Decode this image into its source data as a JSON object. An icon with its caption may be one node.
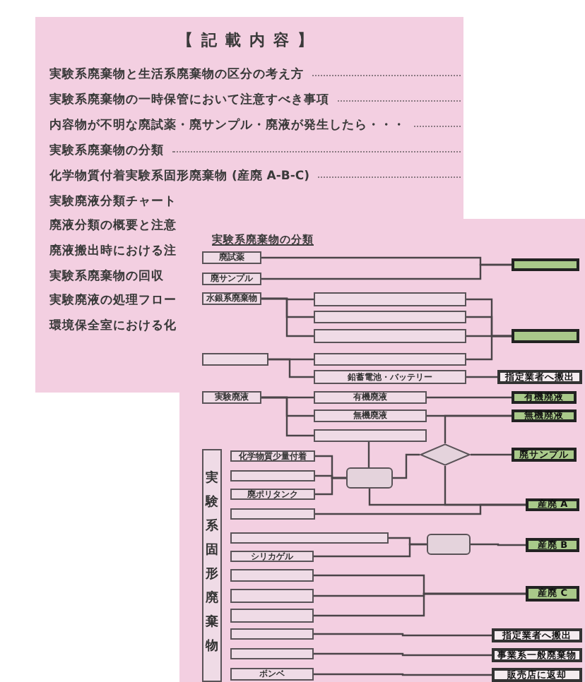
{
  "diagram": {
    "nodes": [
      {
        "text": [
          "廃試薬"
        ]
      },
      {
        "text": [
          "廃サンプル"
        ]
      },
      {
        "text": [
          "水銀系廃棄物"
        ]
      },
      {
        "text": [],
        "shape": "box"
      },
      {
        "text": [],
        "shape": "box"
      },
      {
        "text": [],
        "shape": "box"
      },
      {
        "text": [],
        "shape": "box"
      },
      {
        "text": [],
        "shape": "box"
      },
      {
        "text": [],
        "shape": "box"
      },
      {
        "text": [],
        "shape": "box"
      },
      {
        "text": [
          "鉛蓄電池・バッテリー"
        ]
      },
      {
        "text": [
          "指定業者へ搬出"
        ]
      },
      {
        "text": [
          "実験廃液"
        ]
      },
      {
        "text": [
          "有機廃液"
        ]
      },
      {
        "text": [
          "無機廃液"
        ]
      },
      {
        "text": [],
        "shape": "box"
      },
      {
        "text": [
          "有機廃液"
        ]
      },
      {
        "text": [
          "無機廃液"
        ]
      },
      {
        "text": [],
        "shape": "diamond"
      },
      {
        "text": [
          "廃サンプル"
        ]
      },
      {
        "text": [
          "実験系固形廃棄物"
        ]
      },
      {
        "text": [
          "化学物質少量付着"
        ]
      },
      {
        "text": [],
        "shape": "box"
      },
      {
        "text": [
          "廃ポリタンク"
        ]
      },
      {
        "text": [],
        "shape": "box"
      },
      {
        "text": [],
        "shape": "box"
      },
      {
        "text": [
          "産廃 A"
        ]
      },
      {
        "text": [],
        "shape": "box"
      },
      {
        "text": [
          "シリカゲル"
        ]
      },
      {
        "text": [],
        "shape": "box"
      },
      {
        "text": [
          "産廃 B"
        ]
      },
      {
        "text": [],
        "shape": "box"
      },
      {
        "text": [],
        "shape": "box"
      },
      {
        "text": [],
        "shape": "box"
      },
      {
        "text": [
          "産廃 C"
        ]
      },
      {
        "text": [],
        "shape": "box"
      },
      {
        "text": [
          "指定業者へ搬出"
        ]
      },
      {
        "text": [],
        "shape": "box"
      },
      {
        "text": [
          "事業系一般廃棄物"
        ]
      },
      {
        "text": [
          "ボンベ"
        ]
      },
      {
        "text": [
          "販売店に返却"
        ]
      }
    ],
    "edges": [
      {
        "from": 0,
        "to": 6,
        "arrow": "none"
      },
      {
        "from": 1,
        "to": 6,
        "arrow": "none"
      },
      {
        "from": 2,
        "to": 3,
        "arrow": "none"
      },
      {
        "from": 2,
        "to": 4,
        "arrow": "none"
      },
      {
        "from": 2,
        "to": 5,
        "arrow": "none"
      },
      {
        "from": 3,
        "to": 7,
        "arrow": "none"
      },
      {
        "from": 4,
        "to": 7,
        "arrow": "none"
      },
      {
        "from": 5,
        "to": 7,
        "arrow": "none"
      },
      {
        "from": 8,
        "to": 9,
        "arrow": "none"
      },
      {
        "from": 8,
        "to": 10,
        "arrow": "none"
      },
      {
        "from": 9,
        "to": 7,
        "arrow": "none"
      },
      {
        "from": 10,
        "to": 11,
        "arrow": "none"
      },
      {
        "from": 12,
        "to": 13,
        "arrow": "none"
      },
      {
        "from": 12,
        "to": 14,
        "arrow": "none"
      },
      {
        "from": 12,
        "to": 15,
        "arrow": "none"
      },
      {
        "from": 13,
        "to": 16,
        "arrow": "none"
      },
      {
        "from": 14,
        "to": 17,
        "arrow": "none"
      },
      {
        "from": 15,
        "to": 24,
        "arrow": "none"
      },
      {
        "from": 21,
        "to": 24,
        "arrow": "none"
      },
      {
        "from": 22,
        "to": 24,
        "arrow": "none"
      },
      {
        "from": 23,
        "to": 24,
        "arrow": "none"
      },
      {
        "from": 24,
        "to": 18,
        "arrow": "none"
      },
      {
        "from": 18,
        "to": 17,
        "arrow": "none"
      },
      {
        "from": 18,
        "to": 19,
        "arrow": "none"
      },
      {
        "from": 18,
        "to": 26,
        "arrow": "none"
      },
      {
        "from": 24,
        "to": 26,
        "arrow": "none"
      },
      {
        "from": 25,
        "to": 26,
        "arrow": "none"
      },
      {
        "from": 27,
        "to": 29,
        "arrow": "none"
      },
      {
        "from": 28,
        "to": 29,
        "arrow": "none"
      },
      {
        "from": 29,
        "to": 30,
        "arrow": "none"
      },
      {
        "from": 31,
        "to": 34,
        "arrow": "none"
      },
      {
        "from": 32,
        "to": 34,
        "arrow": "none"
      },
      {
        "from": 33,
        "to": 34,
        "arrow": "none"
      },
      {
        "from": 35,
        "to": 36,
        "arrow": "none"
      },
      {
        "from": 37,
        "to": 38,
        "arrow": "none"
      },
      {
        "from": 39,
        "to": 40,
        "arrow": "none"
      }
    ],
    "labels": [
      "【記載内容】",
      "実験系廃棄物と生活系廃棄物の区分の考え方",
      "実験系廃棄物の一時保管において注意すべき事項",
      "内容物が不明な廃試薬・廃サンプル・廃液が発生したら・・・",
      "実験系廃棄物の分類",
      "化学物質付着実験系固形廃棄物 (産廃 A-B-C)",
      "実験廃液分類チャート",
      "廃液分類の概要と注意",
      "廃液搬出時における注",
      "実験系廃棄物の回収",
      "実験廃液の処理フロー",
      "環境保全室における化",
      "実験系廃棄物の分類"
    ]
  }
}
